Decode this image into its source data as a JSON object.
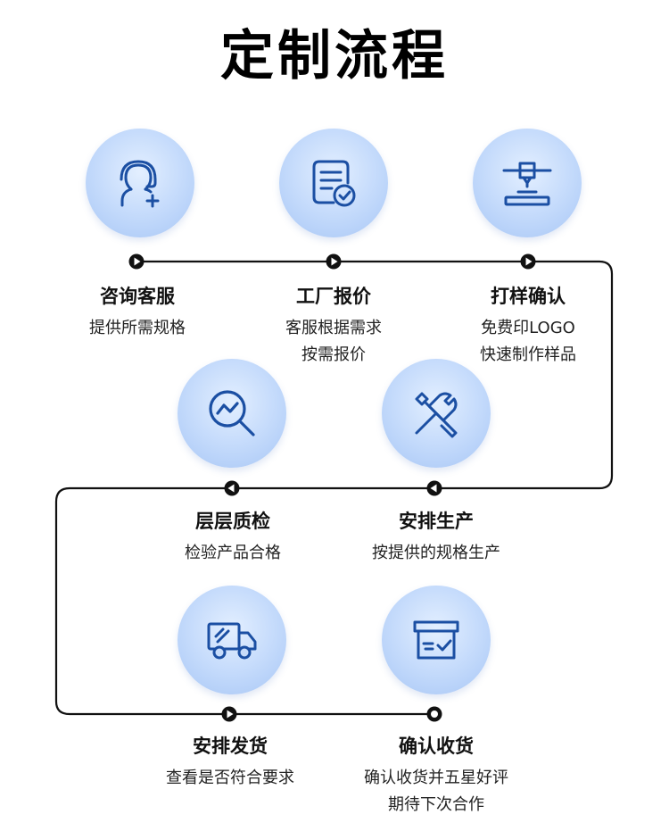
{
  "title": "定制流程",
  "colors": {
    "line": "#111111",
    "icon": "#1b4fa3",
    "circle_light": "#e3efff",
    "circle_dark": "#a7c6f5"
  },
  "steps": [
    {
      "name": "咨询客服",
      "desc": [
        "提供所需规格"
      ],
      "icon": "customer-service-icon"
    },
    {
      "name": "工厂报价",
      "desc": [
        "客服根据需求",
        "按需报价"
      ],
      "icon": "quote-document-icon"
    },
    {
      "name": "打样确认",
      "desc": [
        "免费印LOGO",
        "快速制作样品"
      ],
      "icon": "printer-icon"
    },
    {
      "name": "安排生产",
      "desc": [
        "按提供的规格生产"
      ],
      "icon": "tools-icon"
    },
    {
      "name": "层层质检",
      "desc": [
        "检验产品合格"
      ],
      "icon": "inspection-icon"
    },
    {
      "name": "安排发货",
      "desc": [
        "查看是否符合要求"
      ],
      "icon": "truck-icon"
    },
    {
      "name": "确认收货",
      "desc": [
        "确认收货并五星好评",
        "期待下次合作"
      ],
      "icon": "package-check-icon"
    }
  ]
}
